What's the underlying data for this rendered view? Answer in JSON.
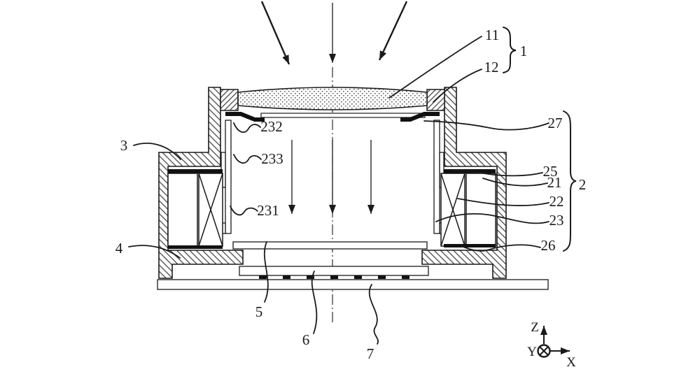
{
  "figure": {
    "colors": {
      "ink": "#1a1a1a",
      "background": "#ffffff"
    },
    "labels": [
      {
        "id": "11",
        "text": "11"
      },
      {
        "id": "12",
        "text": "12"
      },
      {
        "id": "1",
        "text": "1"
      },
      {
        "id": "27",
        "text": "27"
      },
      {
        "id": "25",
        "text": "25"
      },
      {
        "id": "21",
        "text": "21"
      },
      {
        "id": "2",
        "text": "2"
      },
      {
        "id": "22",
        "text": "22"
      },
      {
        "id": "23",
        "text": "23"
      },
      {
        "id": "26",
        "text": "26"
      },
      {
        "id": "3",
        "text": "3"
      },
      {
        "id": "232",
        "text": "232"
      },
      {
        "id": "233",
        "text": "233"
      },
      {
        "id": "231",
        "text": "231"
      },
      {
        "id": "4",
        "text": "4"
      },
      {
        "id": "5",
        "text": "5"
      },
      {
        "id": "6",
        "text": "6"
      },
      {
        "id": "7",
        "text": "7"
      },
      {
        "id": "Z",
        "text": "Z"
      },
      {
        "id": "Y",
        "text": "Y"
      },
      {
        "id": "X",
        "text": "X"
      }
    ],
    "axes": {
      "vertical": "Z",
      "horizontal": "X",
      "depth": "Y"
    }
  }
}
